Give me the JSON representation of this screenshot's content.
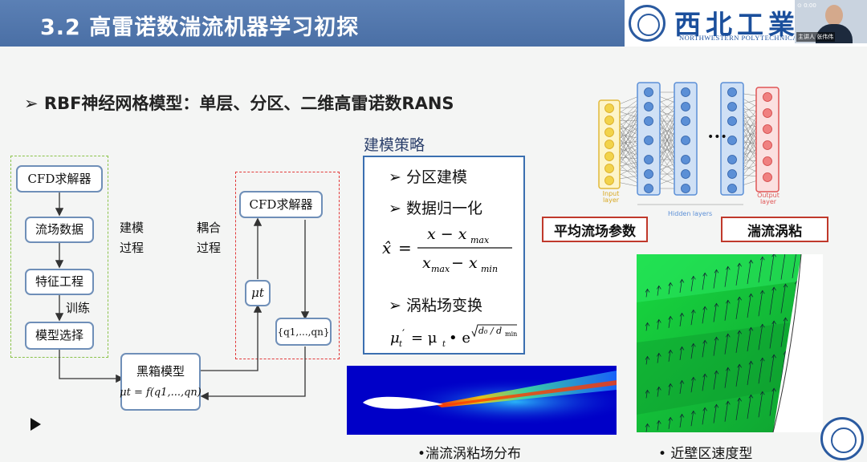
{
  "header": {
    "title": "3.2 高雷诺数湍流机器学习初探",
    "logo_cn": "西北工業",
    "logo_en": "NORTHWESTERN POLYTECHNICA",
    "video_name": "主讲人 张伟伟",
    "video_mic": "⊙ 0:00"
  },
  "subtitle": "➢ RBF神经网格模型：单层、分区、二维高雷诺数RANS",
  "flow": {
    "cfd_solver_left": "CFD求解器",
    "flow_data": "流场数据",
    "feature_eng": "特征工程",
    "train": "训练",
    "model_select": "模型选择",
    "build_label_1": "建模",
    "build_label_2": "过程",
    "couple_label_1": "耦合",
    "couple_label_2": "过程",
    "cfd_solver_right": "CFD求解器",
    "mu_t": "μt",
    "q_set": "{q1,...,qn}",
    "blackbox": "黑箱模型",
    "blackbox_formula": "μt = f(q1,...,qn)"
  },
  "strategy": {
    "title": "建模策略",
    "item1": "➢ 分区建模",
    "item2": "➢ 数据归一化",
    "item3": "➢ 涡粘场变换"
  },
  "nn": {
    "input_layer": "Input layer",
    "hidden_layers": "Hidden layers",
    "output_layer": "Output layer",
    "left_param": "平均流场参数",
    "right_param": "湍流涡粘",
    "dots": "•••"
  },
  "captions": {
    "left": "•湍流涡粘场分布",
    "right": "•  近壁区速度型"
  },
  "colors": {
    "header": "#4a6fa5",
    "build_frame": "#8bc34a",
    "couple_frame": "#e23b3b",
    "nn_hidden": "#5b8fd6",
    "nn_input": "#f2d34a",
    "nn_output": "#f08080"
  }
}
